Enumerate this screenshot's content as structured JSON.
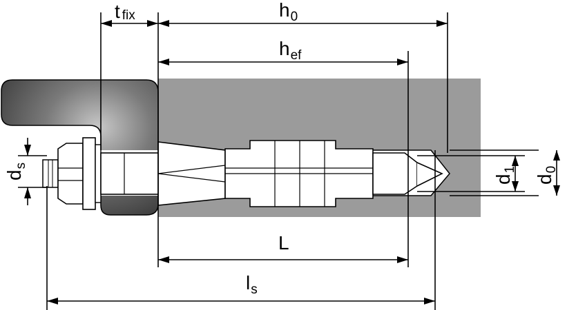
{
  "labels": {
    "t_fix": {
      "main": "t",
      "sub": "fix"
    },
    "h_0": {
      "main": "h",
      "sub": "0"
    },
    "h_ef": {
      "main": "h",
      "sub": "ef"
    },
    "L": {
      "main": "L"
    },
    "l_s": {
      "main": "l",
      "sub": "s"
    },
    "d_s": {
      "main": "d",
      "sub": "s"
    },
    "d_1": {
      "main": "d",
      "sub": "1"
    },
    "d_0": {
      "main": "d",
      "sub": "0"
    }
  },
  "colors": {
    "base_material": "#9b9b9b",
    "fixture": "#4a4a4a",
    "line": "#000000",
    "steel": "#ffffff"
  }
}
